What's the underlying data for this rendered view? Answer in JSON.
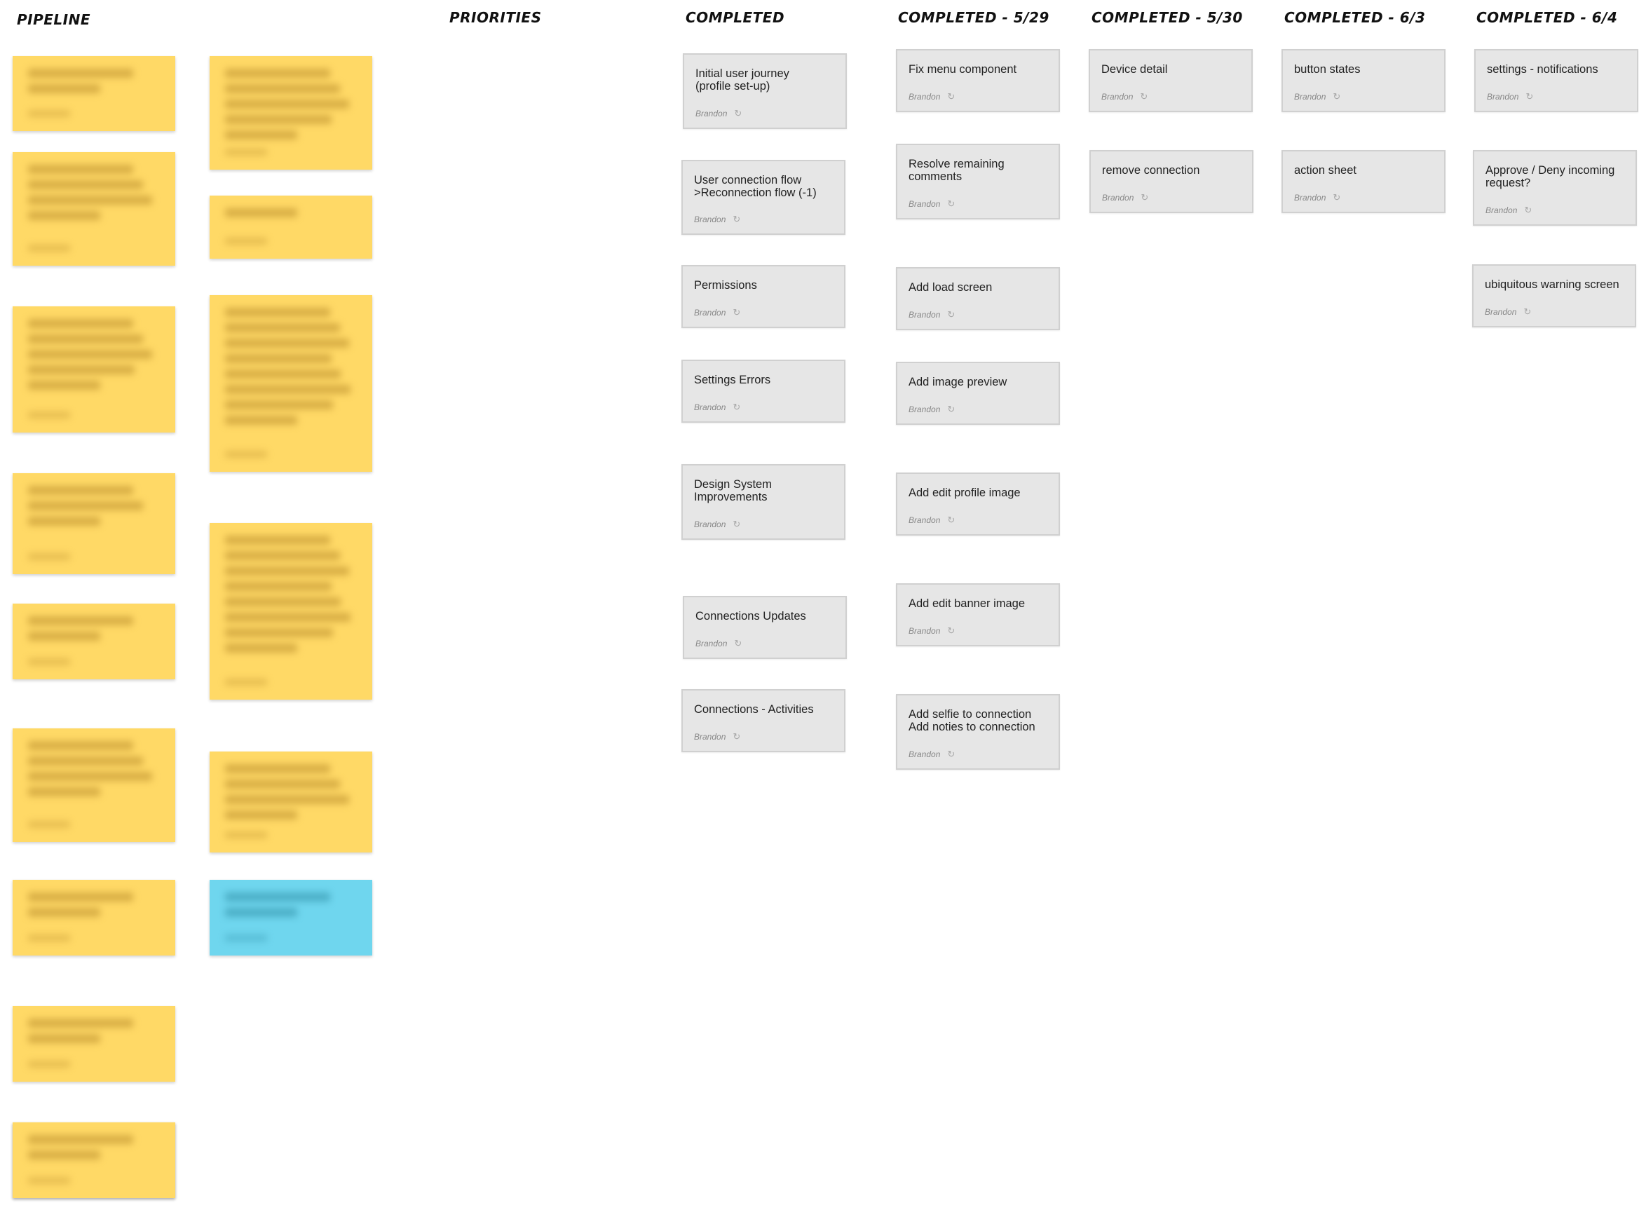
{
  "board": {
    "colors": {
      "sticky_yellow": "#ffd966",
      "sticky_blue": "#6fd6ee",
      "card_bg": "#e6e6e6",
      "card_border": "#d0d0d0",
      "title_color": "#111111"
    },
    "columns": [
      {
        "title": "PIPELINE"
      },
      {
        "title": "PRIORITIES"
      },
      {
        "title": "COMPLETED"
      },
      {
        "title": "COMPLETED - 5/29"
      },
      {
        "title": "COMPLETED - 5/30"
      },
      {
        "title": "COMPLETED - 6/3"
      },
      {
        "title": "COMPLETED - 6/4"
      }
    ],
    "pipeline_stickies": [
      {
        "color": "yellow",
        "blurred": true
      },
      {
        "color": "yellow",
        "blurred": true
      },
      {
        "color": "yellow",
        "blurred": true
      },
      {
        "color": "yellow",
        "blurred": true
      },
      {
        "color": "yellow",
        "blurred": true
      },
      {
        "color": "yellow",
        "blurred": true
      },
      {
        "color": "yellow",
        "blurred": true
      },
      {
        "color": "yellow",
        "blurred": true
      },
      {
        "color": "yellow",
        "blurred": true
      },
      {
        "color": "yellow",
        "blurred": true
      },
      {
        "color": "yellow",
        "blurred": true
      },
      {
        "color": "yellow",
        "blurred": true
      },
      {
        "color": "yellow",
        "blurred": true
      },
      {
        "color": "yellow",
        "blurred": true
      },
      {
        "color": "yellow",
        "blurred": true
      },
      {
        "color": "blue",
        "blurred": true
      }
    ],
    "completed": [
      {
        "text": "Initial user journey\n(profile set-up)",
        "author": "Brandon",
        "icon": "sync-icon"
      },
      {
        "text": "User connection flow\n>Reconnection flow (-1)",
        "author": "Brandon",
        "icon": "sync-icon"
      },
      {
        "text": "Permissions",
        "author": "Brandon",
        "icon": "sync-icon"
      },
      {
        "text": "Settings Errors",
        "author": "Brandon",
        "icon": "sync-icon"
      },
      {
        "text": "Design System\nImprovements",
        "author": "Brandon",
        "icon": "sync-icon"
      },
      {
        "text": "Connections Updates",
        "author": "Brandon",
        "icon": "sync-icon"
      },
      {
        "text": "Connections - Activities",
        "author": "Brandon",
        "icon": "sync-icon"
      }
    ],
    "completed_529": [
      {
        "text": "Fix menu component",
        "author": "Brandon",
        "icon": "sync-icon"
      },
      {
        "text": "Resolve remaining\ncomments",
        "author": "Brandon",
        "icon": "sync-icon"
      },
      {
        "text": "Add load screen",
        "author": "Brandon",
        "icon": "sync-icon"
      },
      {
        "text": "Add image preview",
        "author": "Brandon",
        "icon": "sync-icon"
      },
      {
        "text": "Add edit profile image",
        "author": "Brandon",
        "icon": "sync-icon"
      },
      {
        "text": "Add edit banner image",
        "author": "Brandon",
        "icon": "sync-icon"
      },
      {
        "text": "Add selfie to connection\nAdd noties to connection",
        "author": "Brandon",
        "icon": "sync-icon"
      }
    ],
    "completed_530": [
      {
        "text": "Device detail",
        "author": "Brandon",
        "icon": "sync-icon"
      },
      {
        "text": "remove connection",
        "author": "Brandon",
        "icon": "sync-icon"
      }
    ],
    "completed_63": [
      {
        "text": "button states",
        "author": "Brandon",
        "icon": "sync-icon"
      },
      {
        "text": "action sheet",
        "author": "Brandon",
        "icon": "sync-icon"
      }
    ],
    "completed_64": [
      {
        "text": "settings - notifications",
        "author": "Brandon",
        "icon": "sync-icon"
      },
      {
        "text": "Approve / Deny incoming\nrequest?",
        "author": "Brandon",
        "icon": "sync-icon"
      },
      {
        "text": "ubiquitous warning screen",
        "author": "Brandon",
        "icon": "sync-icon"
      }
    ]
  }
}
